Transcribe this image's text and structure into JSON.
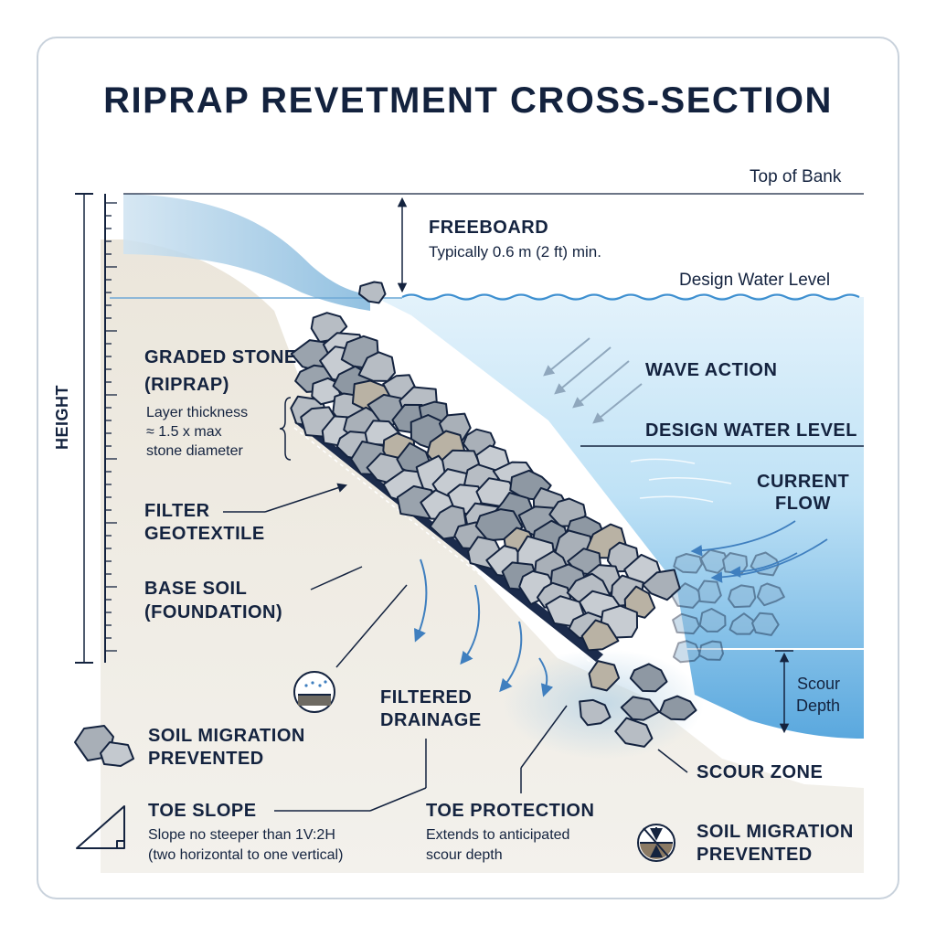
{
  "title": "RIPRAP REVETMENT CROSS-SECTION",
  "labels": {
    "top_of_bank": "Top of Bank",
    "freeboard": "FREEBOARD",
    "freeboard_note": "Typically 0.6 m (2 ft) min.",
    "design_water_level_top": "Design Water Level",
    "graded_stone": "GRADED STONE",
    "riprap": "(RIPRAP)",
    "layer_thickness_1": "Layer thickness",
    "layer_thickness_2": "≈ 1.5 x max",
    "layer_thickness_3": "stone diameter",
    "wave_action": "WAVE ACTION",
    "design_water_level": "DESIGN WATER LEVEL",
    "current_1": "CURRENT",
    "current_2": "FLOW",
    "height": "HEIGHT",
    "filter_1": "FILTER",
    "filter_2": "GEOTEXTILE",
    "base_soil_1": "BASE SOIL",
    "base_soil_2": "(FOUNDATION)",
    "filtered_1": "FILTERED",
    "filtered_2": "DRAINAGE",
    "scour_1": "Scour",
    "scour_2": "Depth",
    "soil_migration_left_1": "SOIL MIGRATION",
    "soil_migration_left_2": "PREVENTED",
    "scour_zone": "SCOUR ZONE",
    "toe_slope": "TOE SLOPE",
    "toe_slope_note_1": "Slope no steeper than 1V:2H",
    "toe_slope_note_2": "(two horizontal to one vertical)",
    "toe_protection": "TOE PROTECTION",
    "toe_protection_note_1": "Extends to anticipated",
    "toe_protection_note_2": "scour depth",
    "soil_migration_right_1": "SOIL MIGRATION",
    "soil_migration_right_2": "PREVENTED"
  },
  "colors": {
    "navy": "#14233f",
    "water": "#9fd0ef",
    "water_deep": "#4d9fd8",
    "soil": "#e6e1d6",
    "stone": "#9aa3ad",
    "stone_light": "#c7ccd2",
    "filter": "#1b2b4b",
    "arrow": "#3f7fbf"
  }
}
